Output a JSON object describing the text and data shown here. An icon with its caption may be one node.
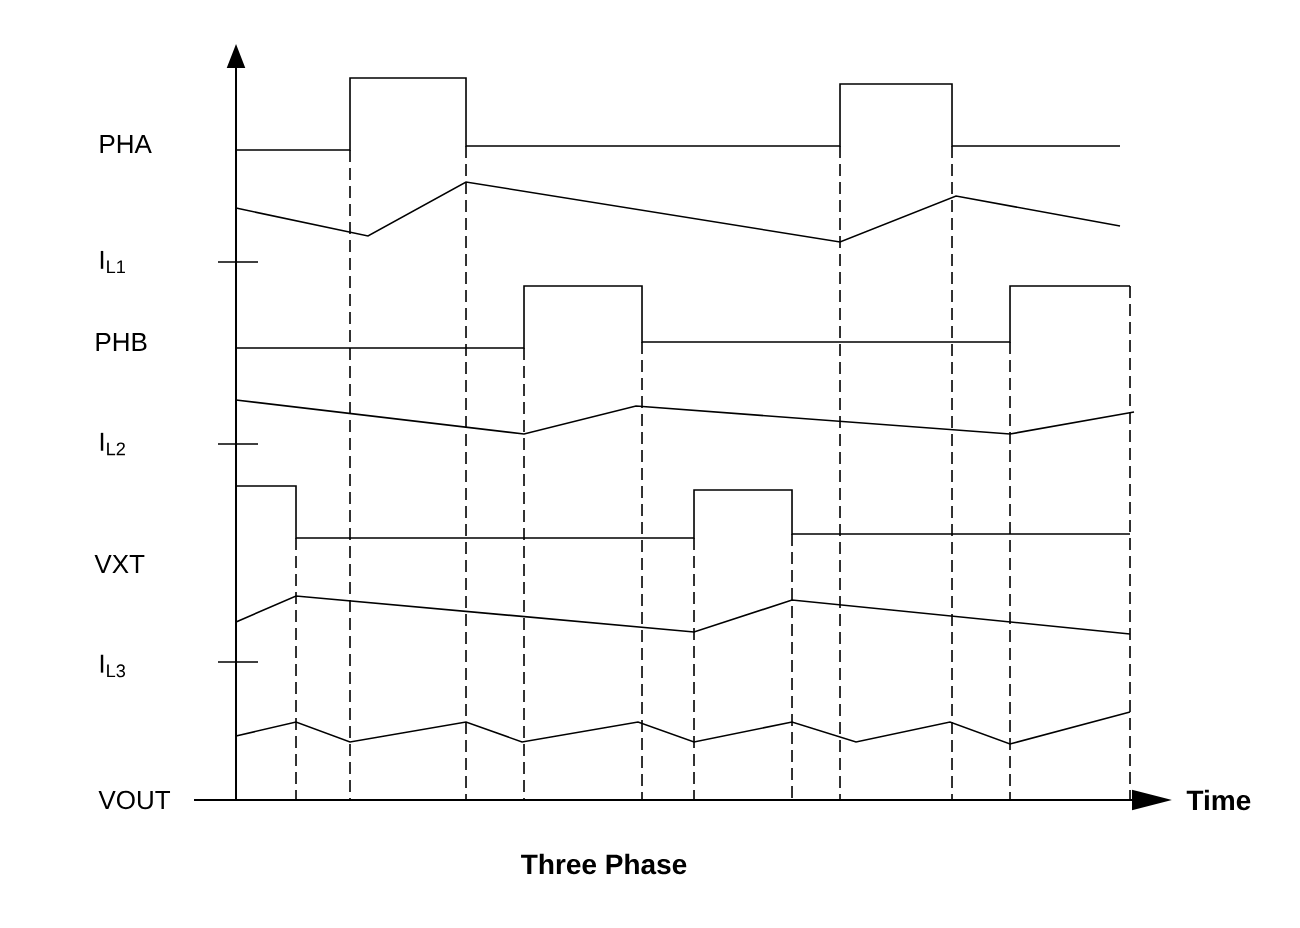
{
  "diagram": {
    "caption": "Three Phase",
    "labels": [
      "PHA",
      "I$_{L1}$",
      "PHB",
      "I$_{L2}$",
      "VXT",
      "I$_{L3}$",
      "VOUT",
      "Time"
    ]
  }
}
